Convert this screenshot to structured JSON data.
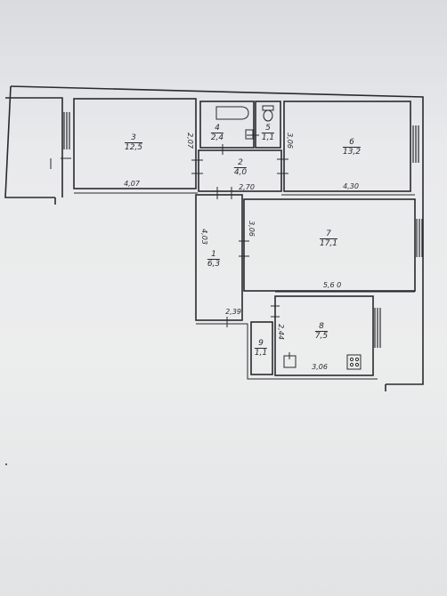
{
  "rooms": [
    {
      "num": "3",
      "area": "12,5"
    },
    {
      "num": "4",
      "area": "2,4"
    },
    {
      "num": "5",
      "area": "1,1"
    },
    {
      "num": "6",
      "area": "13,2"
    },
    {
      "num": "2",
      "area": "4,0"
    },
    {
      "num": "7",
      "area": "17,1"
    },
    {
      "num": "1",
      "area": "6,3"
    },
    {
      "num": "8",
      "area": "7,5"
    },
    {
      "num": "9",
      "area": "1,1"
    }
  ],
  "dims": {
    "room3_bottom": "4,07",
    "room3_right": "2,07",
    "room2_bottom": "2,70",
    "room6_left": "3,06",
    "room6_bottom": "4,30",
    "room7_left": "3,06",
    "room7_bottom": "5,6 0",
    "room1_left": "4,03",
    "room9_top": "2,39",
    "room8_left": "2,44",
    "room8_bottom": "3,06"
  }
}
